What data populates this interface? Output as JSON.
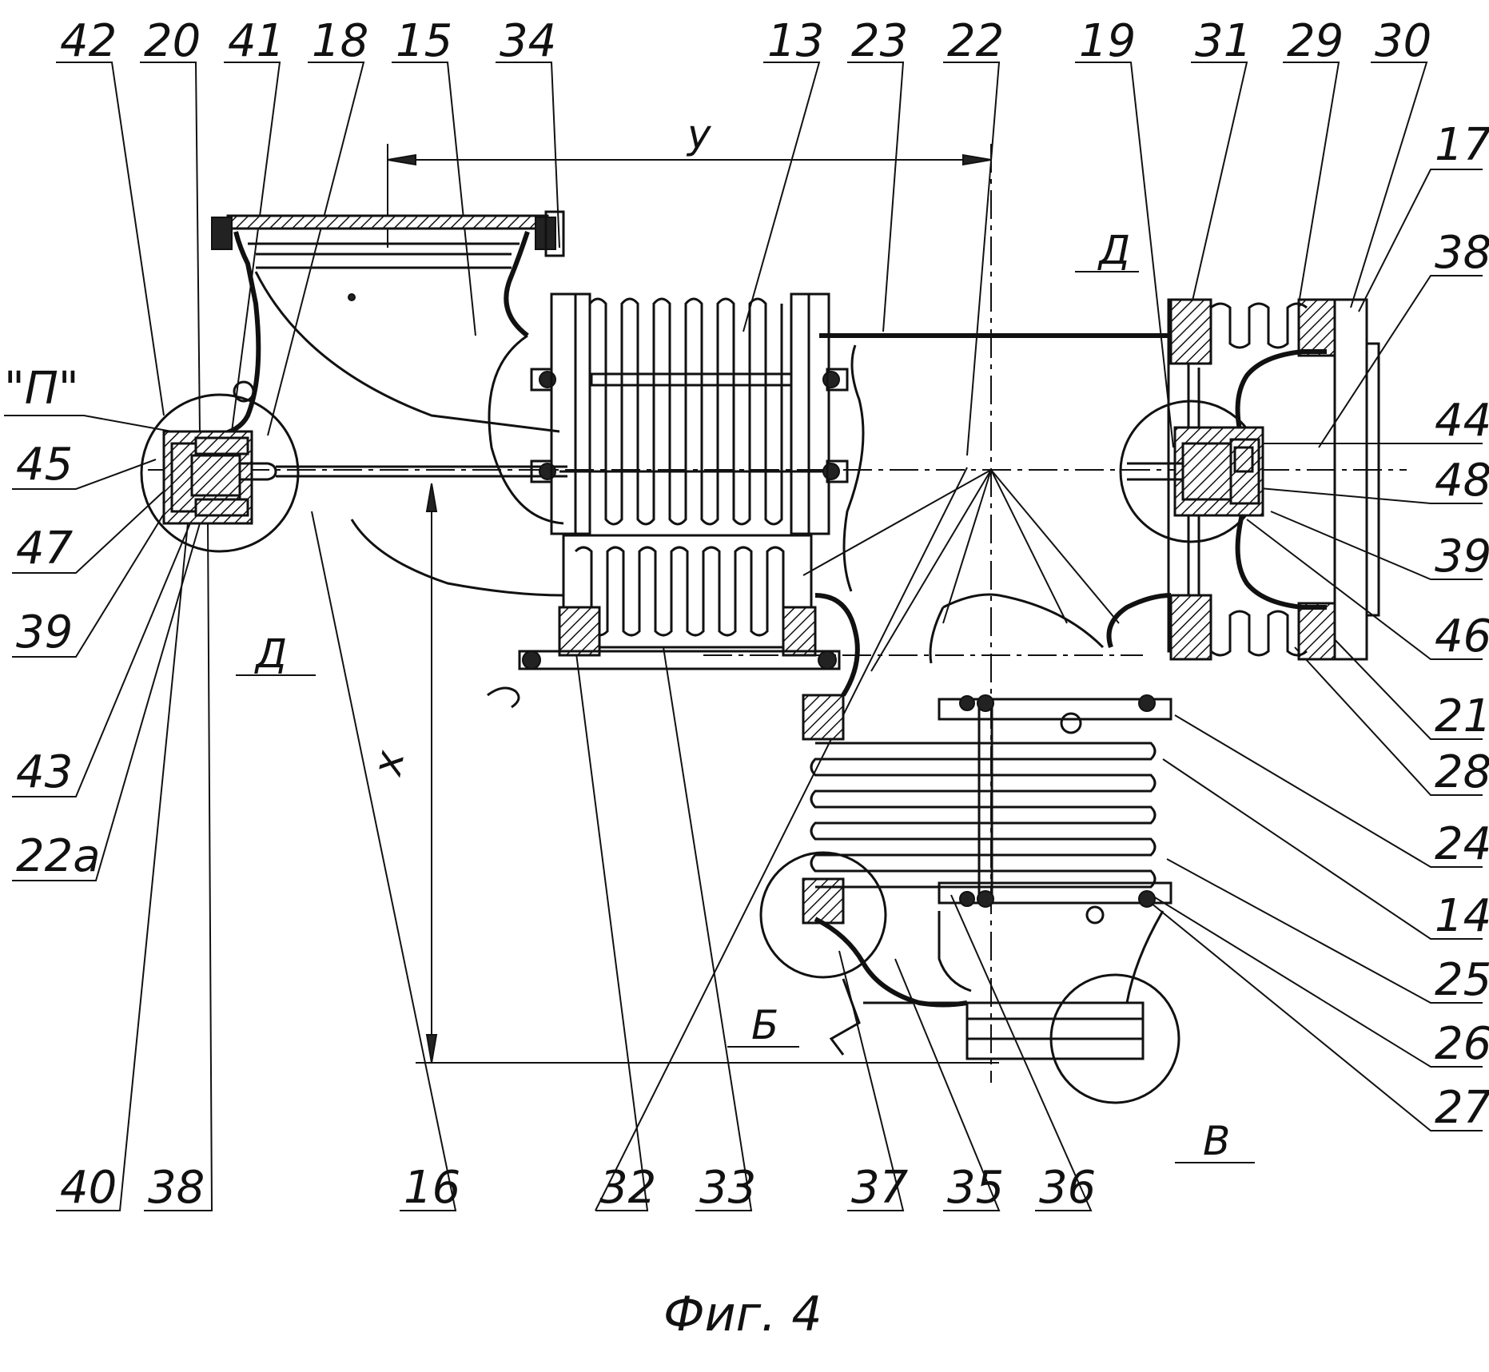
{
  "figure": {
    "caption": "Фиг. 4",
    "top_callouts": [
      "42",
      "20",
      "41",
      "18",
      "15",
      "34",
      "13",
      "23",
      "22",
      "19",
      "31",
      "29",
      "30"
    ],
    "right_callouts": [
      "17",
      "38",
      "44",
      "48",
      "39",
      "46",
      "21",
      "28",
      "24",
      "14",
      "25",
      "26",
      "27"
    ],
    "left_callouts": [
      "\"П\"",
      "45",
      "47",
      "39",
      "43",
      "22а"
    ],
    "bottom_callouts": [
      "40",
      "38",
      "16",
      "32",
      "33",
      "37",
      "35",
      "36"
    ],
    "view_letters": {
      "d_top": "Д",
      "d_bottom": "Д",
      "b": "Б",
      "v": "В"
    },
    "dimensions": {
      "y": "у",
      "x": "х"
    }
  }
}
